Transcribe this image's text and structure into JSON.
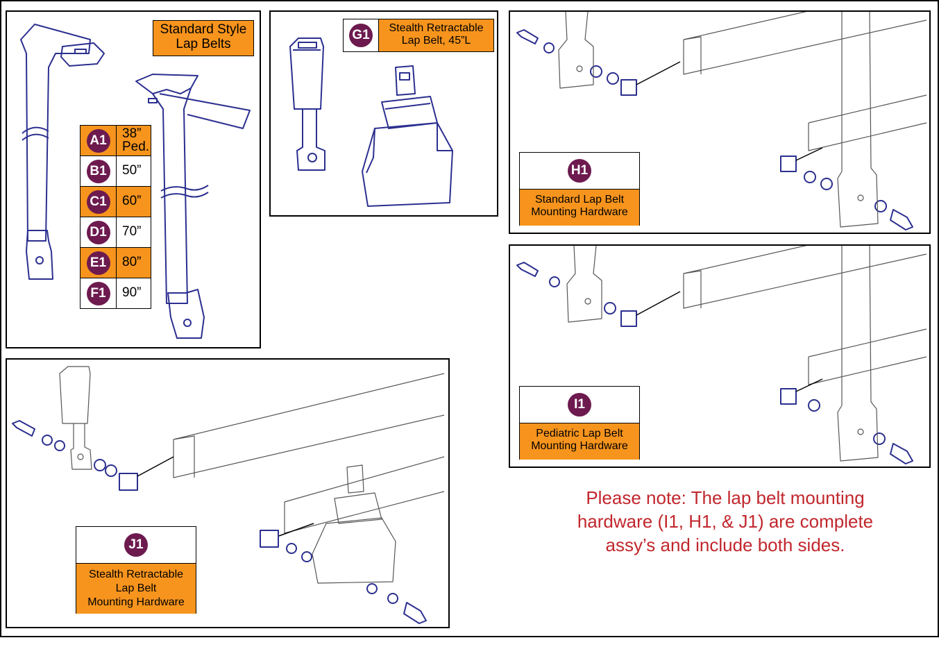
{
  "panels": {
    "standard": {
      "title_line1": "Standard Style",
      "title_line2": "Lap Belts",
      "sizes": [
        {
          "code": "A1",
          "length": "38”",
          "extra": "Ped."
        },
        {
          "code": "B1",
          "length": "50”",
          "extra": ""
        },
        {
          "code": "C1",
          "length": "60”",
          "extra": ""
        },
        {
          "code": "D1",
          "length": "70”",
          "extra": ""
        },
        {
          "code": "E1",
          "length": "80”",
          "extra": ""
        },
        {
          "code": "F1",
          "length": "90”",
          "extra": ""
        }
      ]
    },
    "g1": {
      "code": "G1",
      "line1": "Stealth Retractable",
      "line2": "Lap Belt, 45”L"
    },
    "h1": {
      "code": "H1",
      "line1": "Standard Lap Belt",
      "line2": "Mounting Hardware"
    },
    "i1": {
      "code": "I1",
      "line1": "Pediatric Lap Belt",
      "line2": "Mounting Hardware"
    },
    "j1": {
      "code": "J1",
      "line1": "Stealth Retractable",
      "line2": "Lap Belt",
      "line3": "Mounting Hardware"
    }
  },
  "note": {
    "line1": "Please note: The lap belt mounting",
    "line2": "hardware (I1, H1, & J1) are complete",
    "line3": "assy’s and include both sides."
  },
  "colors": {
    "accent": "#f7941d",
    "badge": "#6d1a4f",
    "note": "#c1272d",
    "line_art": "#2b2f8f"
  }
}
